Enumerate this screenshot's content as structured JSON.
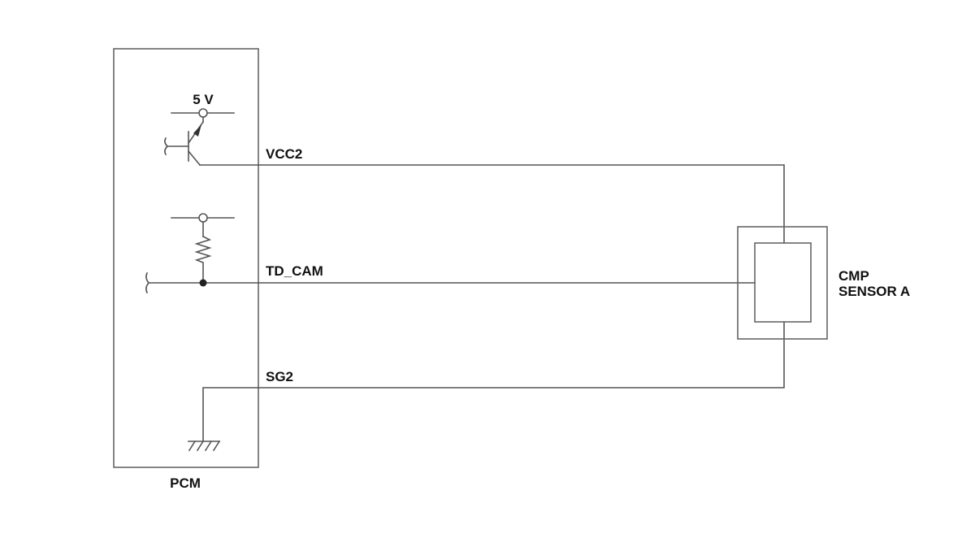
{
  "labels": {
    "supply": "5 V",
    "vcc": "VCC2",
    "signal": "TD_CAM",
    "ground": "SG2",
    "controller": "PCM",
    "sensor_line1": "CMP",
    "sensor_line2": "SENSOR A"
  },
  "colors": {
    "wire": "#555555",
    "text": "#111111",
    "background": "#ffffff"
  }
}
